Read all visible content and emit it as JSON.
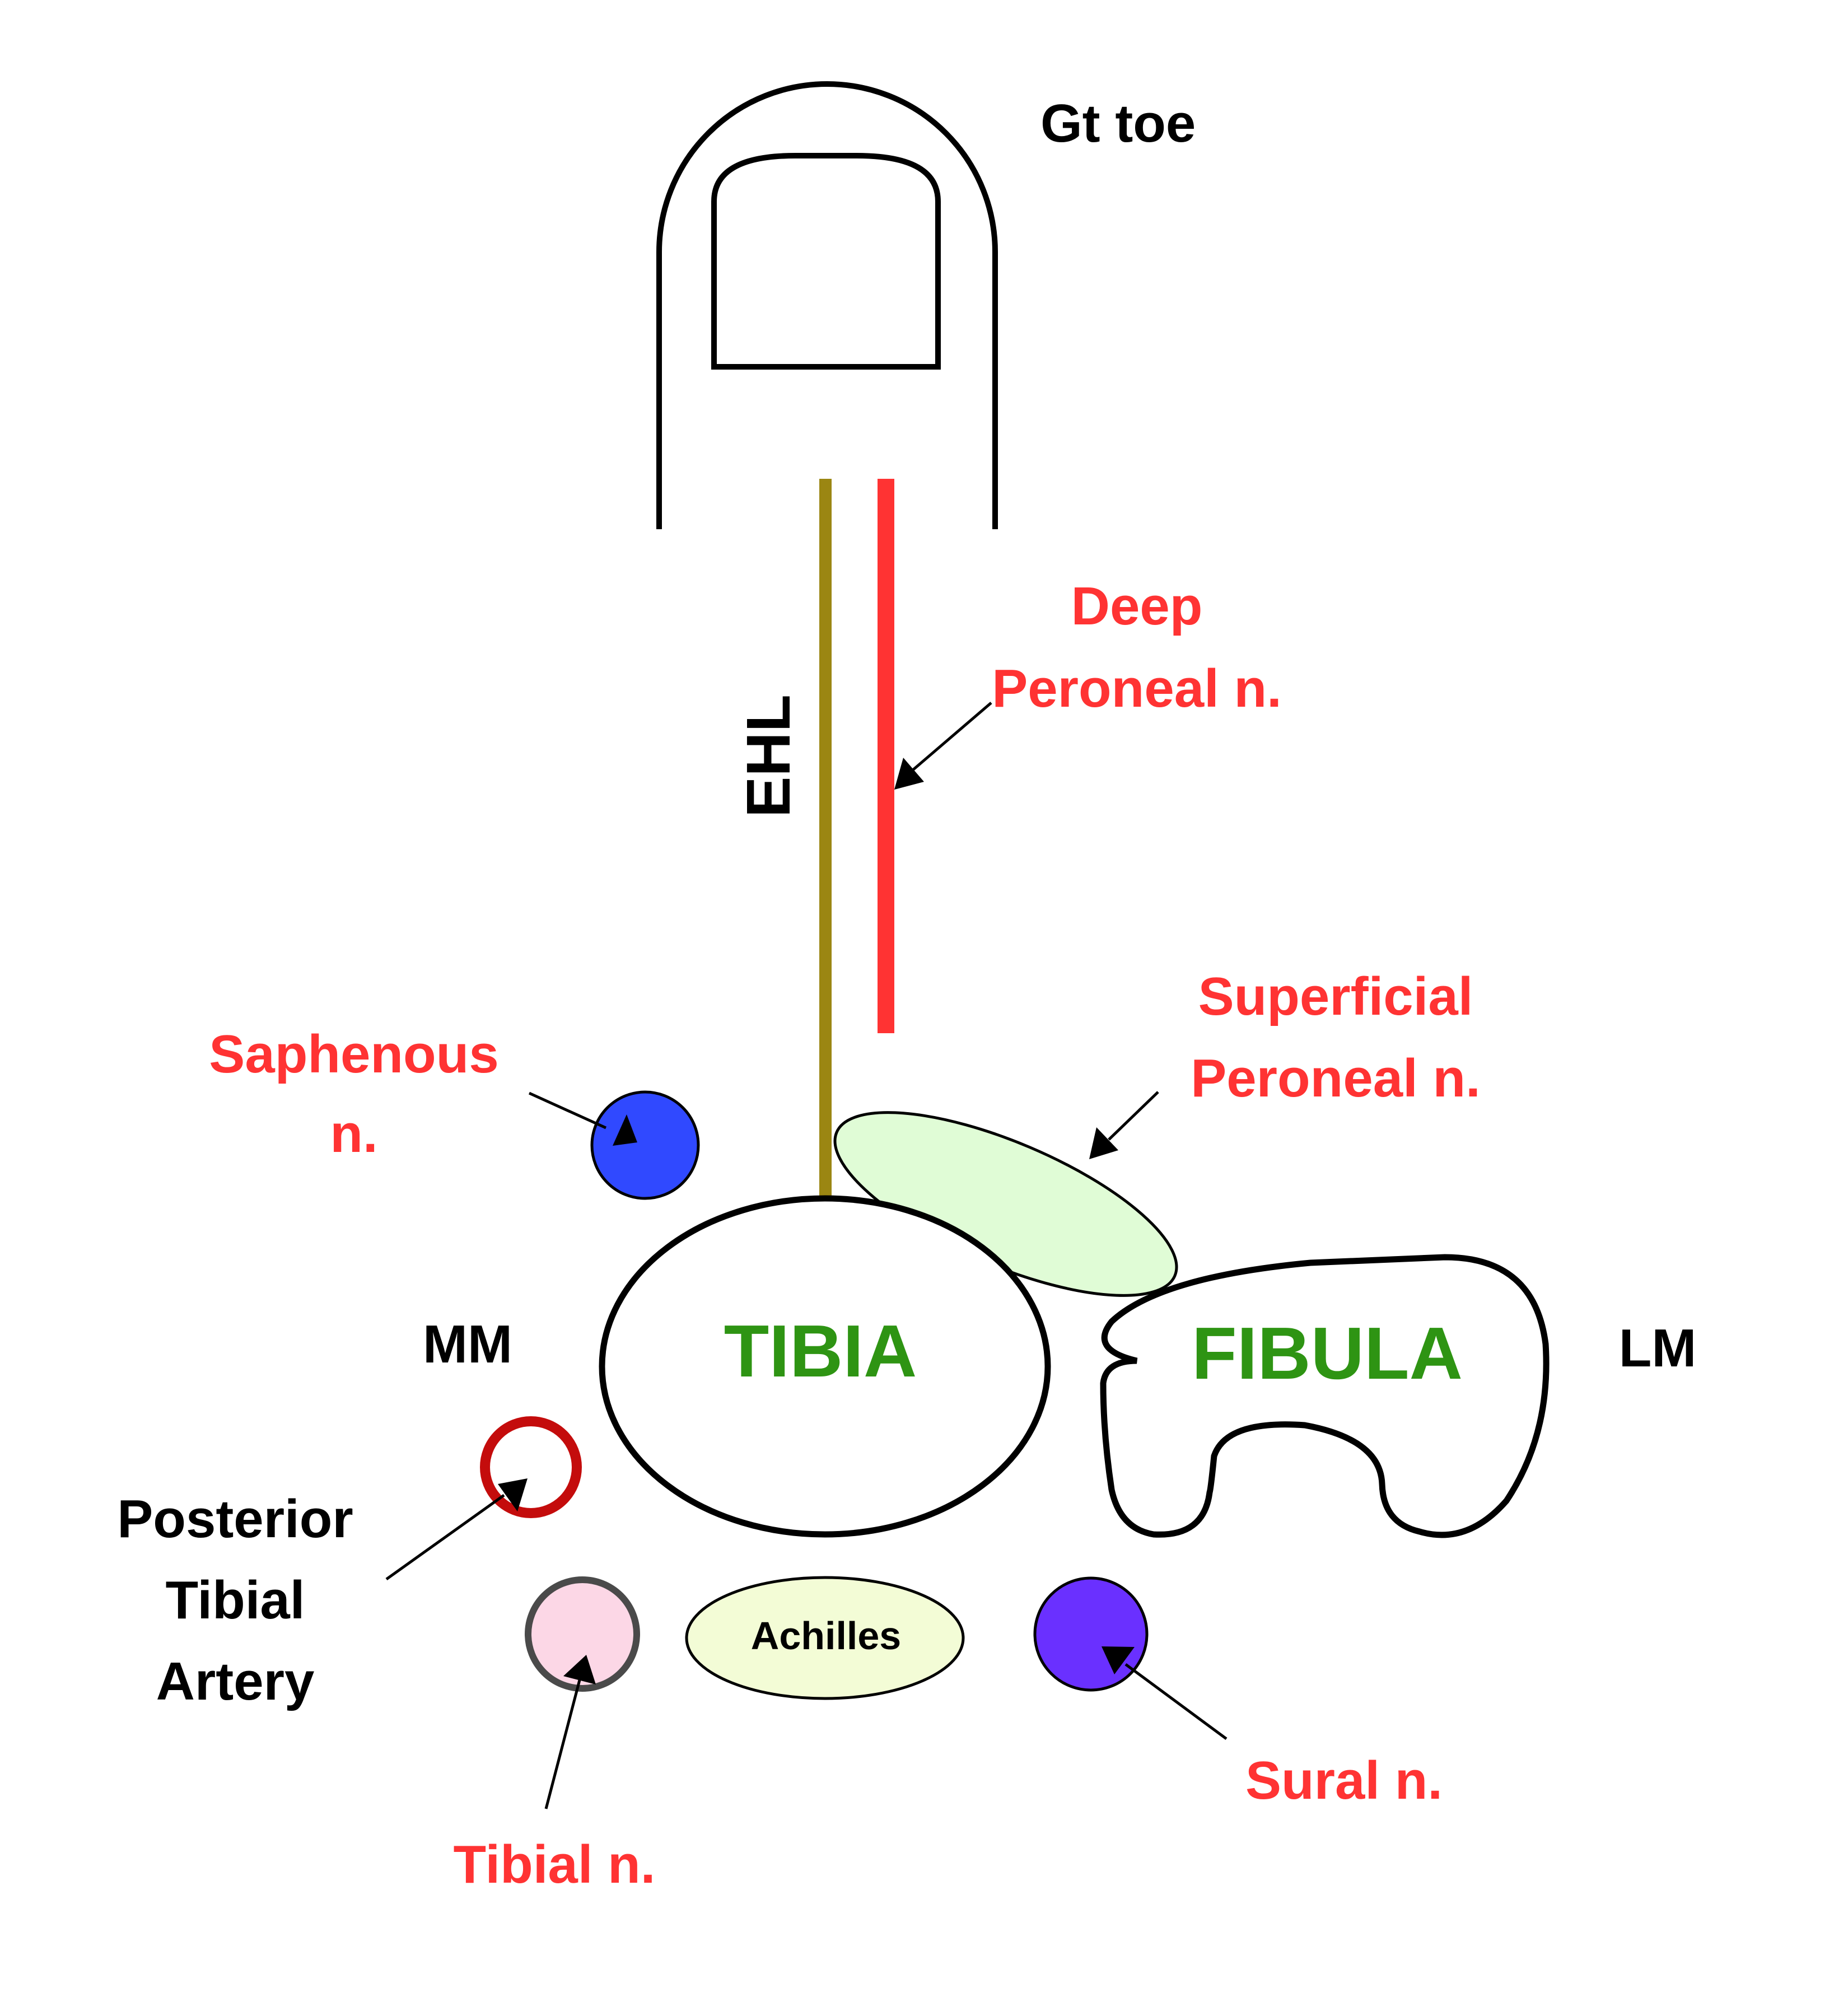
{
  "labels": {
    "gt_toe": "Gt toe",
    "ehl": "EHL",
    "deep_peroneal_1": "Deep",
    "deep_peroneal_2": "Peroneal n.",
    "superficial_peroneal_1": "Superficial",
    "superficial_peroneal_2": "Peroneal n.",
    "saphenous_1": "Saphenous",
    "saphenous_2": "n.",
    "tibia": "TIBIA",
    "fibula": "FIBULA",
    "mm": "MM",
    "lm": "LM",
    "posterior_tibial_1": "Posterior",
    "posterior_tibial_2": "Tibial",
    "posterior_tibial_3": "Artery",
    "achilles": "Achilles",
    "sural": "Sural n.",
    "tibial_nerve": "Tibial n."
  },
  "colors": {
    "nerve_label": "#ff3333",
    "bone_label": "#2e9413",
    "ehl_tendon": "#9b8612",
    "deep_peroneal_nerve": "#ff3333",
    "saphenous_fill": "#3049ff",
    "superficial_peroneal_fill": "#e0fcd6",
    "posterior_tibial_artery_ring": "#c40c0c",
    "tibial_nerve_fill": "#fcd7e6",
    "tibial_nerve_ring": "#4a4a4a",
    "achilles_fill": "#f3fcd6",
    "sural_fill": "#6a30ff"
  }
}
